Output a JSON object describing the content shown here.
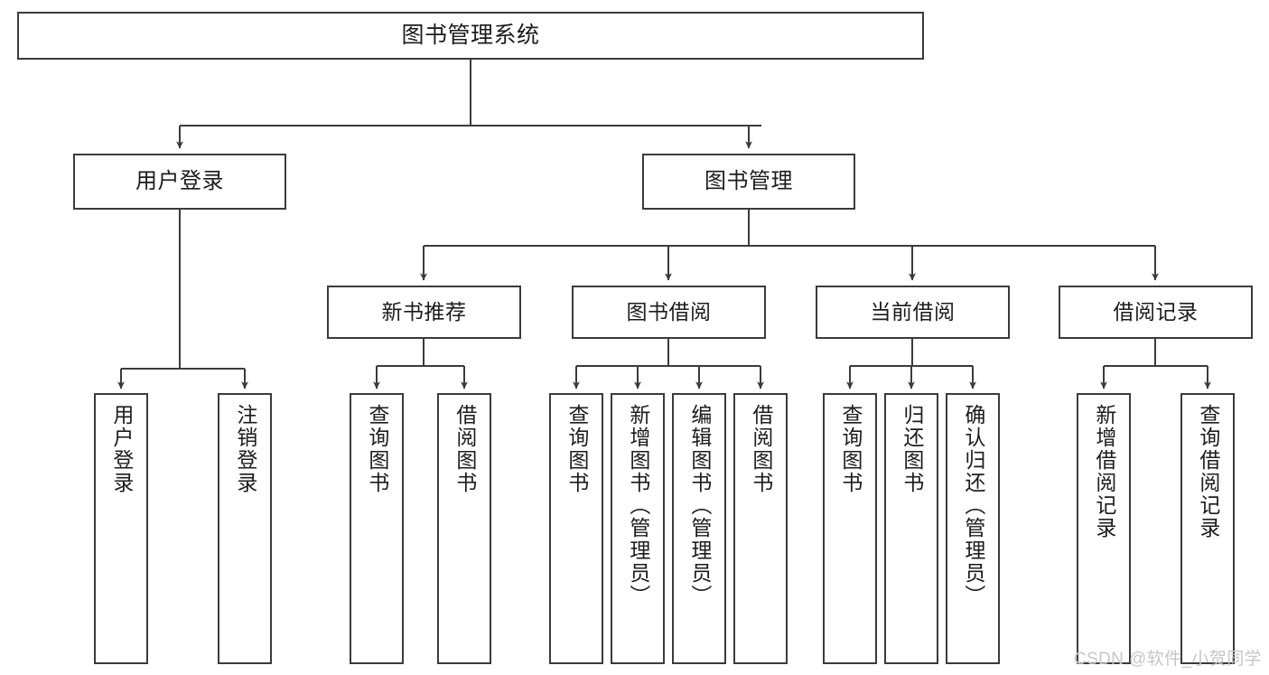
{
  "diagram": {
    "title": "图书管理系统",
    "type": "functional-structure-tree",
    "stroke_color": "#3b3b3b",
    "fill_color": "#ffffff",
    "text_color": "#1c1c1c",
    "watermark": "CSDN @软件_小贺同学",
    "root": {
      "label": "图书管理系统"
    },
    "level2": [
      {
        "label": "用户登录"
      },
      {
        "label": "图书管理"
      }
    ],
    "level3": [
      {
        "label": "新书推荐"
      },
      {
        "label": "图书借阅"
      },
      {
        "label": "当前借阅"
      },
      {
        "label": "借阅记录"
      }
    ],
    "leaves": {
      "user_login": [
        {
          "label": "用户登录"
        },
        {
          "label": "注销登录"
        }
      ],
      "new_book_recommend": [
        {
          "label": "查询图书"
        },
        {
          "label": "借阅图书"
        }
      ],
      "book_borrow": [
        {
          "label": "查询图书"
        },
        {
          "label": "新增图书（管理员）"
        },
        {
          "label": "编辑图书（管理员）"
        },
        {
          "label": "借阅图书"
        }
      ],
      "current_borrow": [
        {
          "label": "查询图书"
        },
        {
          "label": "归还图书"
        },
        {
          "label": "确认归还（管理员）"
        }
      ],
      "borrow_record": [
        {
          "label": "新增借阅记录"
        },
        {
          "label": "查询借阅记录"
        }
      ]
    }
  }
}
